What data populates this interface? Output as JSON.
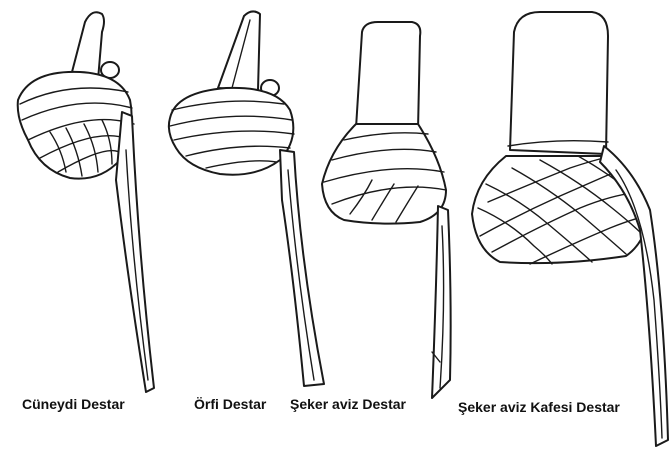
{
  "figure": {
    "turbans": [
      {
        "id": "cuneydi",
        "label": "Cüneydi Destar"
      },
      {
        "id": "orfi",
        "label": "Örfi Destar"
      },
      {
        "id": "seker-aviz",
        "label": "Şeker aviz Destar"
      },
      {
        "id": "seker-aviz-kafesi",
        "label": "Şeker aviz Kafesi Destar"
      }
    ]
  }
}
